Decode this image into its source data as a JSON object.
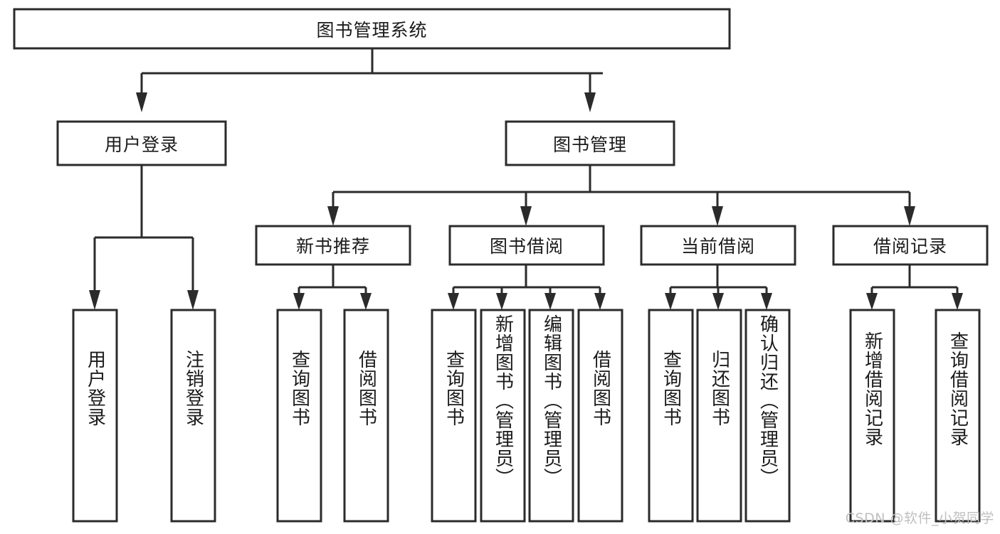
{
  "diagram": {
    "type": "tree-hierarchy",
    "title": "图书管理系统",
    "watermark": "CSDN @软件_小贺同学",
    "colors": {
      "box_stroke": "#2b2b2b",
      "box_fill": "#ffffff",
      "text": "#1b1b1b",
      "background": "#ffffff",
      "watermark": "#bfbfbf"
    },
    "levels": {
      "root": {
        "label": "图书管理系统",
        "orientation": "horizontal"
      },
      "level2": [
        {
          "label": "用户登录",
          "orientation": "horizontal"
        },
        {
          "label": "图书管理",
          "orientation": "horizontal"
        }
      ],
      "level3": [
        {
          "label": "新书推荐",
          "orientation": "horizontal",
          "parent": "图书管理"
        },
        {
          "label": "图书借阅",
          "orientation": "horizontal",
          "parent": "图书管理"
        },
        {
          "label": "当前借阅",
          "orientation": "horizontal",
          "parent": "图书管理"
        },
        {
          "label": "借阅记录",
          "orientation": "horizontal",
          "parent": "图书管理"
        }
      ],
      "leaves": [
        {
          "label": "用户登录",
          "orientation": "vertical",
          "parent": "用户登录"
        },
        {
          "label": "注销登录",
          "orientation": "vertical",
          "parent": "用户登录"
        },
        {
          "label": "查询图书",
          "orientation": "vertical",
          "parent": "新书推荐"
        },
        {
          "label": "借阅图书",
          "orientation": "vertical",
          "parent": "新书推荐"
        },
        {
          "label": "查询图书",
          "orientation": "vertical",
          "parent": "图书借阅"
        },
        {
          "label": "新增图书（管理员）",
          "orientation": "vertical",
          "parent": "图书借阅"
        },
        {
          "label": "编辑图书（管理员）",
          "orientation": "vertical",
          "parent": "图书借阅"
        },
        {
          "label": "借阅图书",
          "orientation": "vertical",
          "parent": "图书借阅"
        },
        {
          "label": "查询图书",
          "orientation": "vertical",
          "parent": "当前借阅"
        },
        {
          "label": "归还图书",
          "orientation": "vertical",
          "parent": "当前借阅"
        },
        {
          "label": "确认归还（管理员）",
          "orientation": "vertical",
          "parent": "当前借阅"
        },
        {
          "label": "新增借阅记录",
          "orientation": "vertical",
          "parent": "借阅记录"
        },
        {
          "label": "查询借阅记录",
          "orientation": "vertical",
          "parent": "借阅记录"
        }
      ]
    }
  }
}
